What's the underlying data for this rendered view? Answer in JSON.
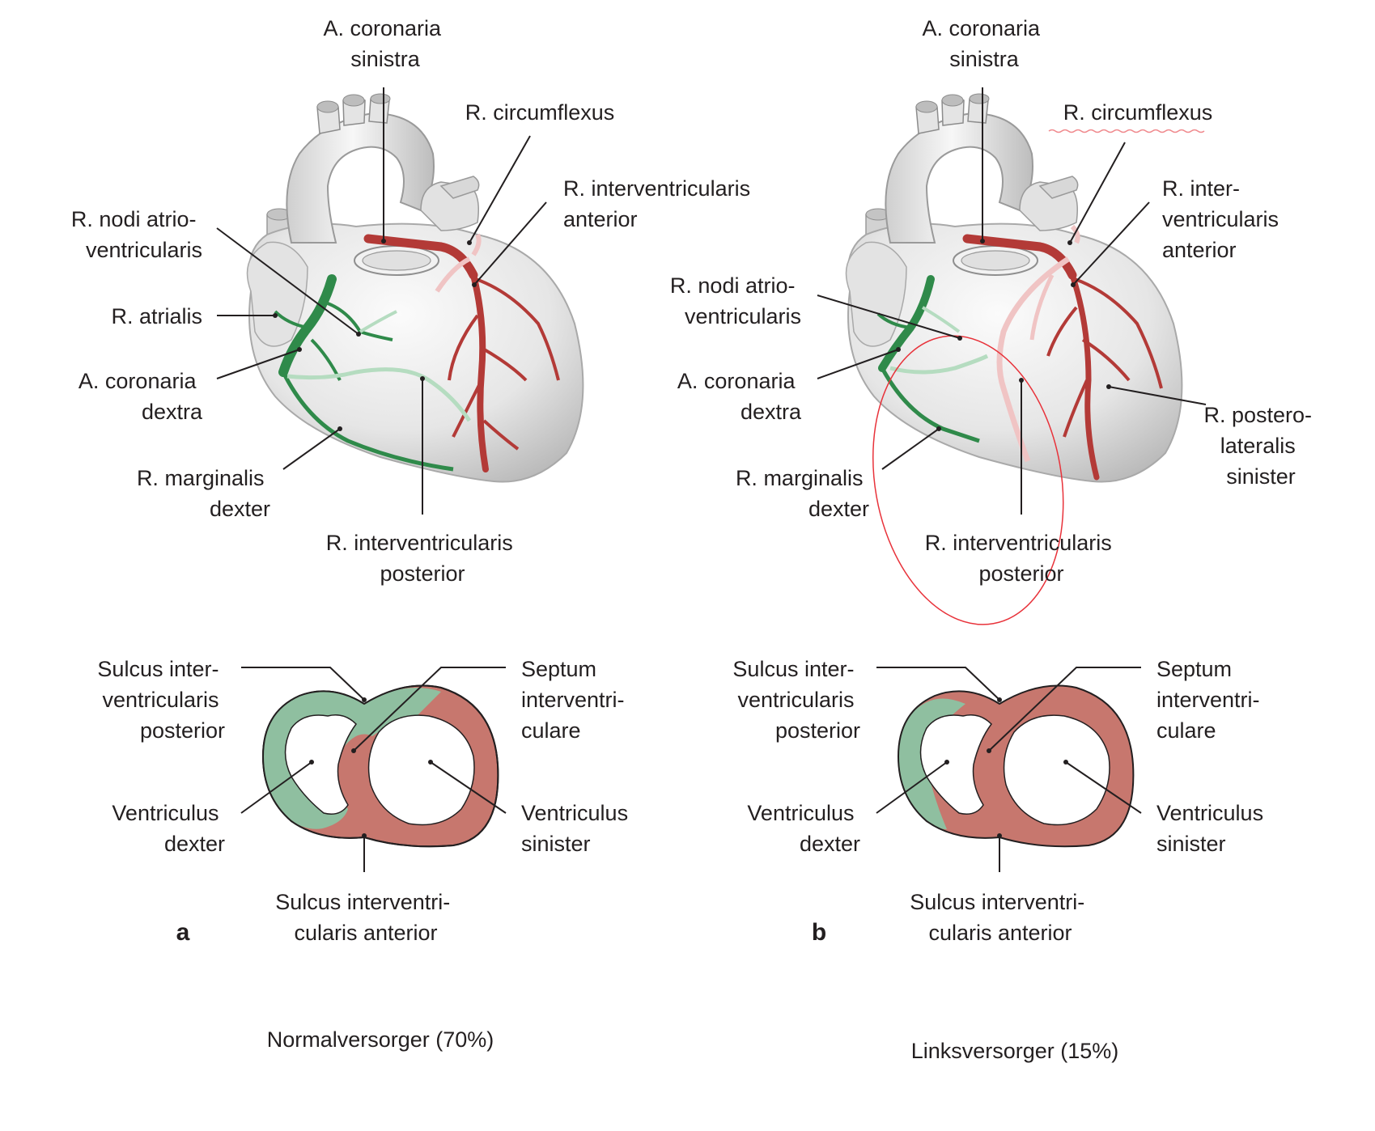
{
  "colors": {
    "right_coronary_green": "#2f8a4a",
    "right_coronary_green_faded": "#b5dcc0",
    "left_coronary_red": "#b33a37",
    "left_coronary_red_faded": "#f0c4c4",
    "section_green": "#8fbfa0",
    "section_red": "#c7776e",
    "heart_surface": "#e9e9e9",
    "highlight_red": "#e8323a"
  },
  "panel_a": {
    "letter": "a",
    "caption": "Normalversorger (70%)",
    "heart_labels": {
      "a_coronaria_sinistra": [
        "A. coronaria",
        "sinistra"
      ],
      "r_circumflexus": [
        "R. circumflexus"
      ],
      "r_interventricularis_anterior": [
        "R. interventricularis",
        "anterior"
      ],
      "r_nodi": [
        "R. nodi atrio-",
        "ventricularis"
      ],
      "r_atrialis": [
        "R. atrialis"
      ],
      "a_coronaria_dextra": [
        "A. coronaria",
        "dextra"
      ],
      "r_marginalis_dexter": [
        "R. marginalis",
        "dexter"
      ],
      "r_interventricularis_posterior": [
        "R. interventricularis",
        "posterior"
      ]
    },
    "section_labels": {
      "sulcus_posterior": [
        "Sulcus inter-",
        "ventricularis",
        "posterior"
      ],
      "septum": [
        "Septum",
        "interventri-",
        "culare"
      ],
      "ventriculus_dexter": [
        "Ventriculus",
        "dexter"
      ],
      "ventriculus_sinister": [
        "Ventriculus",
        "sinister"
      ],
      "sulcus_anterior": [
        "Sulcus interventri-",
        "cularis anterior"
      ]
    }
  },
  "panel_b": {
    "letter": "b",
    "caption": "Linksversorger (15%)",
    "heart_labels": {
      "a_coronaria_sinistra": [
        "A. coronaria",
        "sinistra"
      ],
      "r_circumflexus": [
        "R. circumflexus"
      ],
      "r_interventricularis_anterior": [
        "R. inter-",
        "ventricularis",
        "anterior"
      ],
      "r_nodi": [
        "R. nodi atrio-",
        "ventricularis"
      ],
      "a_coronaria_dextra": [
        "A. coronaria",
        "dextra"
      ],
      "r_marginalis_dexter": [
        "R. marginalis",
        "dexter"
      ],
      "r_posterolateralis": [
        "R. postero-",
        "lateralis",
        "sinister"
      ],
      "r_interventricularis_posterior": [
        "R. interventricularis",
        "posterior"
      ]
    },
    "section_labels": {
      "sulcus_posterior": [
        "Sulcus inter-",
        "ventricularis",
        "posterior"
      ],
      "septum": [
        "Septum",
        "interventri-",
        "culare"
      ],
      "ventriculus_dexter": [
        "Ventriculus",
        "dexter"
      ],
      "ventriculus_sinister": [
        "Ventriculus",
        "sinister"
      ],
      "sulcus_anterior": [
        "Sulcus interventri-",
        "cularis anterior"
      ]
    }
  }
}
